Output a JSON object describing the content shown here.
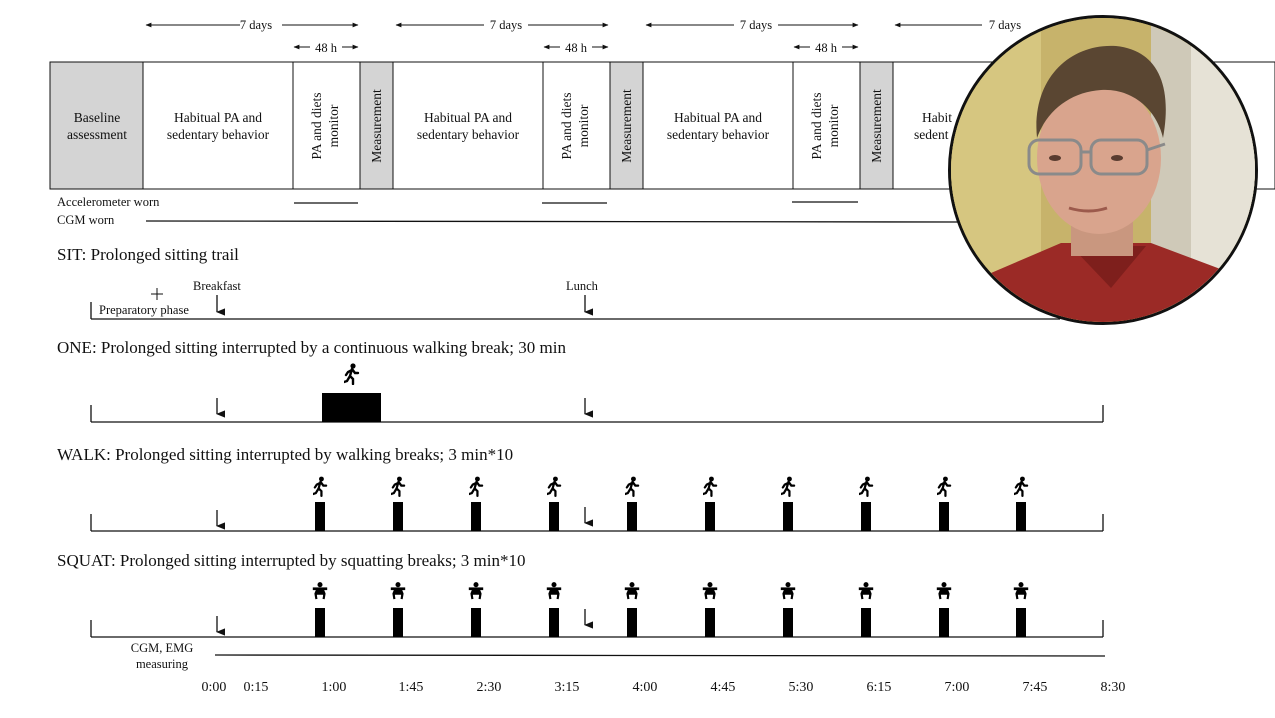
{
  "week_label": "7 days",
  "hours_label": "48 h",
  "schedule": {
    "baseline": [
      "Baseline",
      "assessment"
    ],
    "habitual": [
      "Habitual PA and",
      "sedentary behavior"
    ],
    "monitor": [
      "PA and diets",
      "monitor"
    ],
    "measurement": "Measurement",
    "partial_cell": [
      "Habit",
      "sedent"
    ]
  },
  "wear": {
    "accelerometer": "Accelerometer worn",
    "cgm": "CGM worn"
  },
  "conditions": [
    {
      "id": "sit",
      "title": "SIT: Prolonged sitting trail"
    },
    {
      "id": "one",
      "title": "ONE: Prolonged sitting interrupted by a continuous walking break; 30 min"
    },
    {
      "id": "walk",
      "title": "WALK: Prolonged sitting interrupted by walking breaks; 3 min*10"
    },
    {
      "id": "squat",
      "title": "SQUAT: Prolonged sitting interrupted by squatting breaks; 3 min*10"
    }
  ],
  "meals": {
    "breakfast": "Breakfast",
    "lunch": "Lunch"
  },
  "preparatory": "Preparatory phase",
  "measuring": [
    "CGM, EMG",
    "measuring"
  ],
  "time_ticks": [
    "0:00",
    "0:15",
    "1:00",
    "1:45",
    "2:30",
    "3:15",
    "4:00",
    "4:45",
    "5:30",
    "6:15",
    "7:00",
    "7:45",
    "8:30"
  ],
  "colors": {
    "baseline_fill": "#d4d4d4",
    "measurement_fill": "#d4d4d4",
    "ink": "#111111"
  },
  "icons": {
    "walker": "walking-person-icon",
    "squatter": "squatting-person-icon",
    "meal": "arrow-down-icon"
  }
}
